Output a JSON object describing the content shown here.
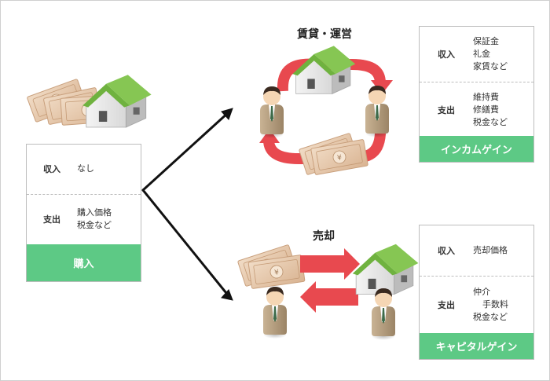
{
  "purchase": {
    "income_label": "収入",
    "income_value": "なし",
    "expense_label": "支出",
    "expense_values": [
      "購入価格",
      "税金など"
    ],
    "footer": "購入"
  },
  "operation": {
    "title": "賃貸・運営",
    "income_label": "収入",
    "income_values": [
      "保証金",
      "礼金",
      "家賃など"
    ],
    "expense_label": "支出",
    "expense_values": [
      "維持費",
      "修繕費",
      "税金など"
    ],
    "footer": "インカムゲイン"
  },
  "sale": {
    "title": "売却",
    "income_label": "収入",
    "income_value": "売却価格",
    "expense_label": "支出",
    "expense_values": [
      "仲介",
      "手数料",
      "税金など"
    ],
    "footer": "キャピタルゲイン"
  },
  "colors": {
    "accent_green": "#5dc985",
    "arrow_red": "#e8494f",
    "roof_green": "#7cc04a",
    "banknote": "#e6c7ac"
  },
  "icons": [
    "house-icon",
    "banknote-icon",
    "person-icon",
    "branch-arrow-icon",
    "cycle-arrow-icon",
    "exchange-arrow-icon"
  ]
}
